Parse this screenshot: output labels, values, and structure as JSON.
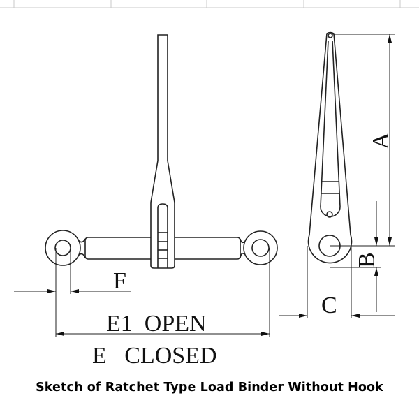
{
  "diagram": {
    "caption": "Sketch of Ratchet Type Load Binder Without Hook",
    "labels": {
      "f": "F",
      "e1_open": "E1  OPEN",
      "e_closed": "E   CLOSED",
      "a": "A",
      "b": "B",
      "c": "C"
    },
    "colors": {
      "line": "#222222",
      "table_border": "#c8c8c8"
    }
  }
}
